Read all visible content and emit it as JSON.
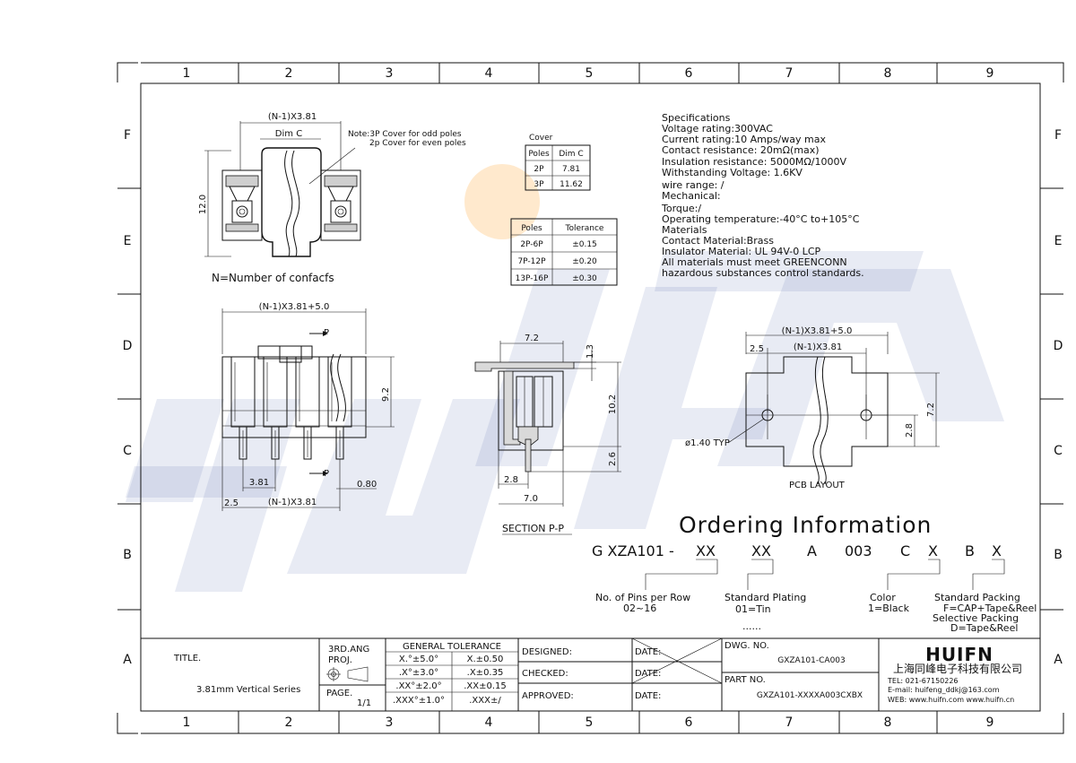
{
  "frame": {
    "columns": [
      "1",
      "2",
      "3",
      "4",
      "5",
      "6",
      "7",
      "8",
      "9"
    ],
    "rows": [
      "F",
      "E",
      "D",
      "C",
      "B",
      "A"
    ]
  },
  "specs": {
    "lines": [
      "Specifications",
      "Voltage rating:300VAC",
      "Current rating:10 Amps/way max",
      "Contact resistance: 20mΩ(max)",
      "Insulation resistance: 5000MΩ/1000V",
      "Withstanding Voltage: 1.6KV",
      "wire range: /",
      "Mechanical:",
      "Torque:/",
      "Operating temperature:-40°C to+105°C",
      "Materials",
      "Contact Material:Brass",
      "Insulator Material: UL 94V-0 LCP",
      "All materials must meet GREENCONN",
      "hazardous substances control standards."
    ]
  },
  "cover_table": {
    "title": "Cover",
    "headers": [
      "Poles",
      "Dim C"
    ],
    "rows": [
      [
        "2P",
        "7.81"
      ],
      [
        "3P",
        "11.62"
      ]
    ]
  },
  "tolerance_table": {
    "headers": [
      "Poles",
      "Tolerance"
    ],
    "rows": [
      [
        "2P-6P",
        "±0.15"
      ],
      [
        "7P-12P",
        "±0.20"
      ],
      [
        "13P-16P",
        "±0.30"
      ]
    ]
  },
  "top_view": {
    "dim_pitch": "(N-1)X3.81",
    "dim_c": "Dim C",
    "note_line1": "Note:3P Cover for odd poles",
    "note_line2": "2p Cover for even poles",
    "dim_height": "12.0",
    "caption": "N=Number of confacfs"
  },
  "front_view": {
    "dim_total": "(N-1)X3.81+5.0",
    "marker_p_top": "P",
    "marker_p_bottom": "P",
    "dim_height": "9.2",
    "dim_pitch": "3.81",
    "dim_pin": "0.80",
    "dim_edge": "2.5",
    "dim_span": "(N-1)X3.81"
  },
  "section": {
    "dim_width_top": "7.2",
    "dim_cap": "1.3",
    "dim_height": "10.2",
    "dim_pin": "2.6",
    "dim_offset": "2.8",
    "dim_width_bottom": "7.0",
    "caption": "SECTION P-P"
  },
  "pcb": {
    "dim_total": "(N-1)X3.81+5.0",
    "dim_edge": "2.5",
    "dim_span": "(N-1)X3.81",
    "dim_height": "7.2",
    "dim_hole": "2.8",
    "hole_label": "ø1.40 TYP",
    "caption": "PCB LAYOUT"
  },
  "ordering": {
    "title": "Ordering Information",
    "code_parts": [
      "G XZA101 -",
      "XX",
      "XX",
      "A",
      "003",
      "C",
      "X",
      "B",
      "X"
    ],
    "pins_label": "No. of Pins per Row",
    "pins_value": "02~16",
    "plating_label": "Standard Plating",
    "plating_value": "01=Tin",
    "plating_more": "......",
    "color_label": "Color",
    "color_value": "1=Black",
    "packing_label": "Standard Packing",
    "packing_value": "F=CAP+Tape&Reel",
    "selective_label": "Selective Packing",
    "selective_value": "D=Tape&Reel"
  },
  "titleblock": {
    "title_label": "TITLE.",
    "title_value": "3.81mm Vertical Series",
    "proj_line1": "3RD.ANG",
    "proj_line2": "PROJ.",
    "page_label": "PAGE.",
    "page_value": "1/1",
    "gt_header": "GENERAL TOLERANCE",
    "gt_rows": [
      [
        "X.°±5.0°",
        "X.±0.50"
      ],
      [
        ".X°±3.0°",
        ".X±0.35"
      ],
      [
        ".XX°±2.0°",
        ".XX±0.15"
      ],
      [
        ".XXX°±1.0°",
        ".XXX±/"
      ]
    ],
    "designed": "DESIGNED:",
    "checked": "CHECKED:",
    "approved": "APPROVED:",
    "date": "DATE:",
    "dwg_label": "DWG. NO.",
    "dwg_value": "GXZA101-CA003",
    "part_label": "PART NO.",
    "part_value": "GXZA101-XXXXA003CXBX",
    "logo": "HUIFN",
    "company": "上海同峰电子科技有限公司",
    "tel": "TEL: 021-67150226",
    "email": "E-mail: huifeng_ddkj@163.com",
    "web": "WEB: www.huifn.com  www.huifn.cn"
  },
  "watermark": {
    "text": "HUIFN",
    "color": "#4d63a8",
    "accent": "#ff9c1a"
  }
}
